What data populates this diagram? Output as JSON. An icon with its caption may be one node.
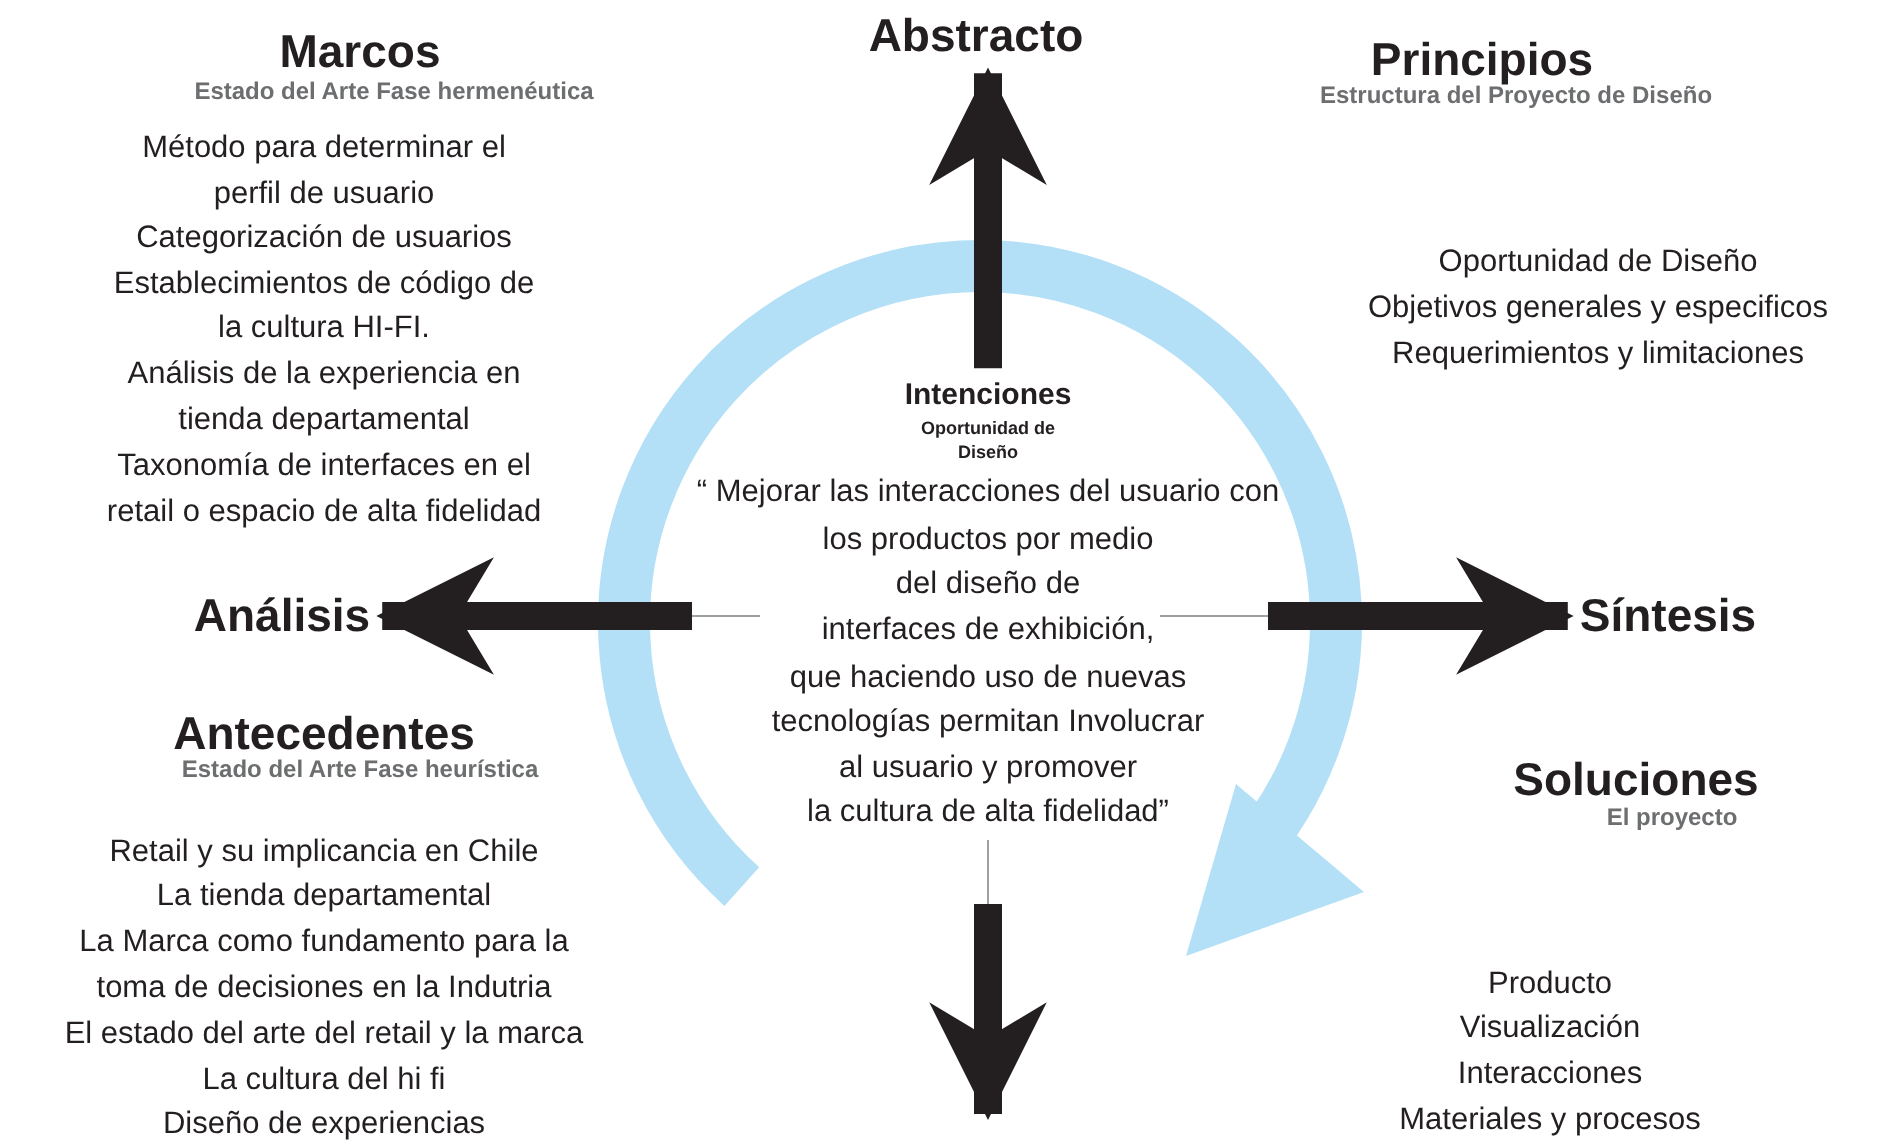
{
  "diagram": {
    "nodes": [
      {
        "text": [
          "Abstracto"
        ]
      },
      {
        "text": [
          "Análisis"
        ]
      },
      {
        "text": [
          "Síntesis"
        ]
      },
      {
        "text": [
          "Intenciones",
          "Oportunidad de Diseño"
        ]
      }
    ],
    "edges": [
      {
        "from": 3,
        "to": 0,
        "arrow": "to"
      },
      {
        "from": null,
        "to": 1,
        "arrow": "to"
      },
      {
        "from": null,
        "to": 2,
        "arrow": "to"
      }
    ],
    "labels": [
      "Marcos",
      "Estado del Arte Fase hermenéutica",
      "Método para determinar el",
      "perfil de usuario",
      "Categorización de usuarios",
      "Establecimientos de código de",
      "la cultura HI-FI.",
      "Análisis de la experiencia en",
      "tienda departamental",
      "Taxonomía de interfaces en el",
      "retail o espacio de alta fidelidad",
      "Principios",
      "Estructura del Proyecto de Diseño",
      "Oportunidad de Diseño",
      "Objetivos generales y especificos",
      "Requerimientos y limitaciones",
      "“ Mejorar las interacciones del usuario con",
      "los productos por medio",
      "del diseño de",
      "interfaces de exhibición,",
      "que haciendo uso de nuevas",
      "tecnologías permitan Involucrar",
      "al usuario y promover",
      "la cultura de alta fidelidad”",
      "Antecedentes",
      "Estado del Arte Fase heurística",
      "Retail y su implicancia en Chile",
      "La tienda departamental",
      "La Marca como fundamento para la",
      "toma de decisiones en la Indutria",
      "El estado del arte del retail y la marca",
      "La cultura del hi fi",
      "Diseño de experiencias",
      "Soluciones",
      "El proyecto",
      "Producto",
      "Visualización",
      "Interacciones",
      "Materiales y procesos"
    ]
  }
}
